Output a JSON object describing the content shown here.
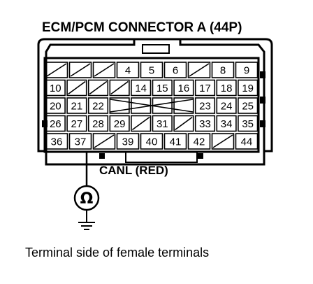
{
  "title": "ECM/PCM CONNECTOR A (44P)",
  "probe_label": "CANL (RED)",
  "meter_symbol": "Ω",
  "caption": "Terminal side of female terminals",
  "rows": [
    [
      "",
      "",
      "",
      "4",
      "5",
      "6",
      "",
      "8",
      "9"
    ],
    [
      "10",
      "",
      "",
      "",
      "14",
      "15",
      "16",
      "17",
      "18",
      "19"
    ],
    [
      "20",
      "21",
      "22",
      "",
      "",
      "",
      "",
      "23",
      "24",
      "25"
    ],
    [
      "26",
      "27",
      "28",
      "29",
      "",
      "31",
      "",
      "33",
      "34",
      "35"
    ],
    [
      "36",
      "37",
      "",
      "39",
      "40",
      "41",
      "42",
      "",
      "44"
    ]
  ],
  "probe_terminal": "37"
}
